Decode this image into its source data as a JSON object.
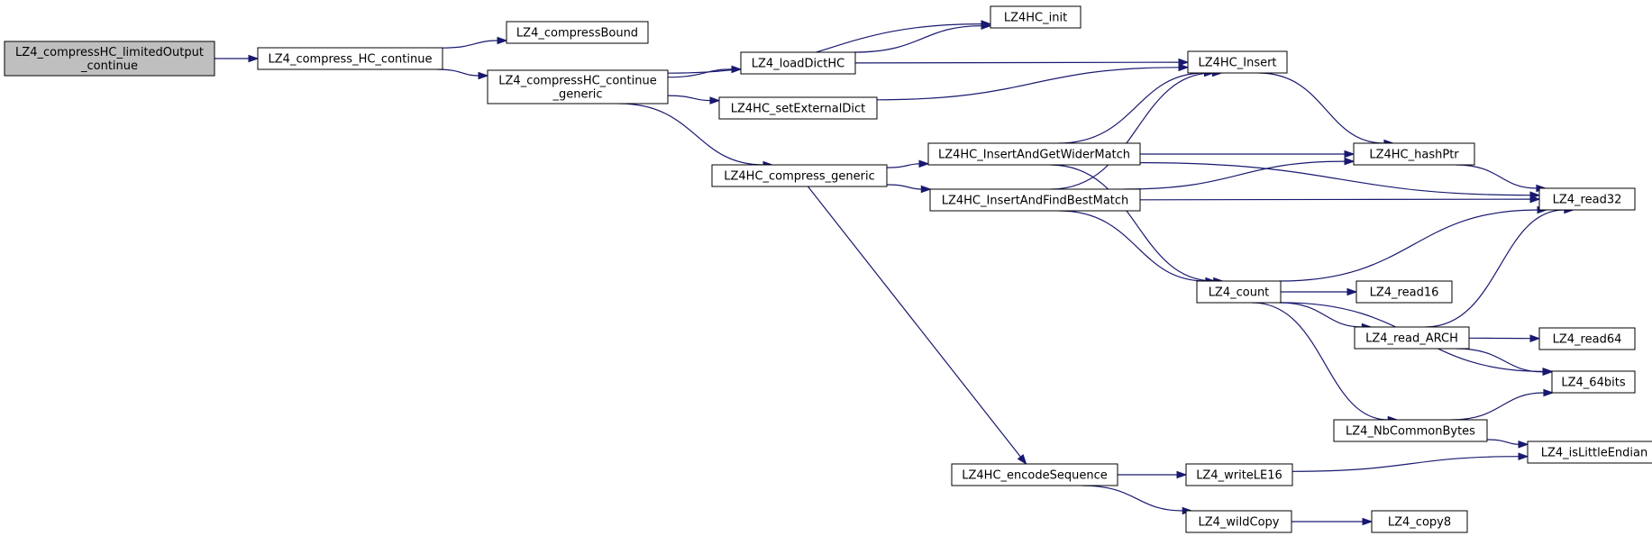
{
  "colors": {
    "edge": "#191970",
    "root_fill": "#bfbfbf",
    "node_fill": "#ffffff",
    "border": "#000000"
  },
  "graph": {
    "root": "LZ4_compressHC_limitedOutput_continue",
    "nodes": [
      {
        "id": "root",
        "lines": [
          "LZ4_compressHC_limitedOutput",
          "_continue"
        ],
        "is_root": true
      },
      {
        "id": "compress_HC_continue",
        "lines": [
          "LZ4_compress_HC_continue"
        ]
      },
      {
        "id": "compressBound",
        "lines": [
          "LZ4_compressBound"
        ]
      },
      {
        "id": "continue_generic",
        "lines": [
          "LZ4_compressHC_continue",
          "_generic"
        ]
      },
      {
        "id": "hc_init",
        "lines": [
          "LZ4HC_init"
        ]
      },
      {
        "id": "loadDictHC",
        "lines": [
          "LZ4_loadDictHC"
        ]
      },
      {
        "id": "setExternalDict",
        "lines": [
          "LZ4HC_setExternalDict"
        ]
      },
      {
        "id": "compress_generic",
        "lines": [
          "LZ4HC_compress_generic"
        ]
      },
      {
        "id": "hc_insert",
        "lines": [
          "LZ4HC_Insert"
        ]
      },
      {
        "id": "wider_match",
        "lines": [
          "LZ4HC_InsertAndGetWiderMatch"
        ]
      },
      {
        "id": "best_match",
        "lines": [
          "LZ4HC_InsertAndFindBestMatch"
        ]
      },
      {
        "id": "hashPtr",
        "lines": [
          "LZ4HC_hashPtr"
        ]
      },
      {
        "id": "read32",
        "lines": [
          "LZ4_read32"
        ]
      },
      {
        "id": "count",
        "lines": [
          "LZ4_count"
        ]
      },
      {
        "id": "read16",
        "lines": [
          "LZ4_read16"
        ]
      },
      {
        "id": "read_arch",
        "lines": [
          "LZ4_read_ARCH"
        ]
      },
      {
        "id": "read64",
        "lines": [
          "LZ4_read64"
        ]
      },
      {
        "id": "bits64",
        "lines": [
          "LZ4_64bits"
        ]
      },
      {
        "id": "nbcommon",
        "lines": [
          "LZ4_NbCommonBytes"
        ]
      },
      {
        "id": "little_endian",
        "lines": [
          "LZ4_isLittleEndian"
        ]
      },
      {
        "id": "encodeSequence",
        "lines": [
          "LZ4HC_encodeSequence"
        ]
      },
      {
        "id": "writeLE16",
        "lines": [
          "LZ4_writeLE16"
        ]
      },
      {
        "id": "wildCopy",
        "lines": [
          "LZ4_wildCopy"
        ]
      },
      {
        "id": "copy8",
        "lines": [
          "LZ4_copy8"
        ]
      }
    ],
    "edges": [
      [
        "root",
        "compress_HC_continue"
      ],
      [
        "compress_HC_continue",
        "compressBound"
      ],
      [
        "compress_HC_continue",
        "continue_generic"
      ],
      [
        "continue_generic",
        "hc_init"
      ],
      [
        "continue_generic",
        "loadDictHC"
      ],
      [
        "continue_generic",
        "setExternalDict"
      ],
      [
        "continue_generic",
        "compress_generic"
      ],
      [
        "loadDictHC",
        "hc_init"
      ],
      [
        "loadDictHC",
        "hc_insert"
      ],
      [
        "setExternalDict",
        "hc_insert"
      ],
      [
        "compress_generic",
        "wider_match"
      ],
      [
        "compress_generic",
        "best_match"
      ],
      [
        "compress_generic",
        "encodeSequence"
      ],
      [
        "wider_match",
        "hc_insert"
      ],
      [
        "wider_match",
        "hashPtr"
      ],
      [
        "wider_match",
        "read32"
      ],
      [
        "wider_match",
        "count"
      ],
      [
        "best_match",
        "hc_insert"
      ],
      [
        "best_match",
        "hashPtr"
      ],
      [
        "best_match",
        "read32"
      ],
      [
        "best_match",
        "count"
      ],
      [
        "hc_insert",
        "hashPtr"
      ],
      [
        "hashPtr",
        "read32"
      ],
      [
        "count",
        "read32"
      ],
      [
        "count",
        "read16"
      ],
      [
        "count",
        "read_arch"
      ],
      [
        "count",
        "bits64"
      ],
      [
        "count",
        "nbcommon"
      ],
      [
        "read_arch",
        "read32"
      ],
      [
        "read_arch",
        "read64"
      ],
      [
        "read_arch",
        "bits64"
      ],
      [
        "nbcommon",
        "bits64"
      ],
      [
        "nbcommon",
        "little_endian"
      ],
      [
        "encodeSequence",
        "writeLE16"
      ],
      [
        "encodeSequence",
        "wildCopy"
      ],
      [
        "writeLE16",
        "little_endian"
      ],
      [
        "wildCopy",
        "copy8"
      ]
    ]
  }
}
